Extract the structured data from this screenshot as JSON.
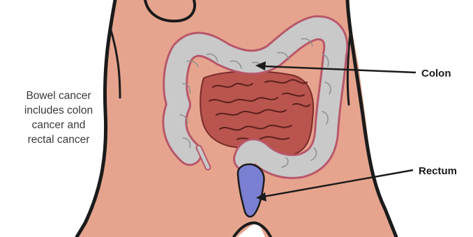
{
  "side_note": "Bowel cancer\nincludes colon\ncancer and\nrectal cancer",
  "labels": {
    "colon": "Colon",
    "rectum": "Rectum"
  },
  "colors": {
    "skin": "#e6a48e",
    "outline": "#1b1b1b",
    "colon": "#c9c9c9",
    "colon_edge": "#b8576a",
    "small_intestine": "#b9554e",
    "rectum": "#7b7fd1",
    "text": "#3a3a3a"
  }
}
